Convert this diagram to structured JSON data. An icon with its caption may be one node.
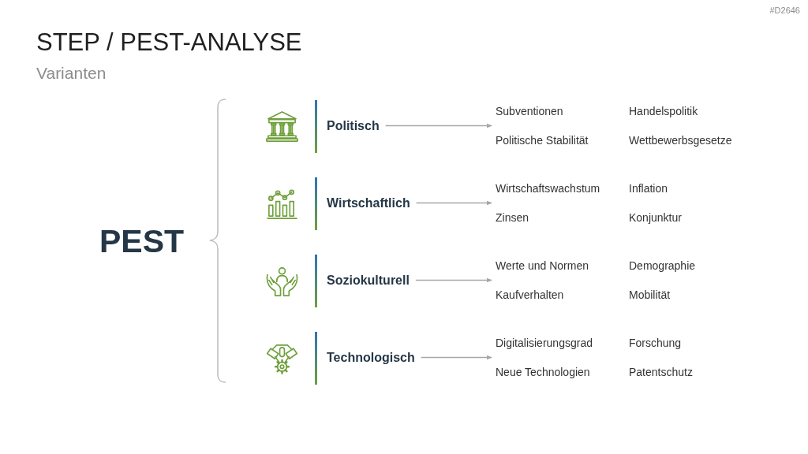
{
  "diagram": {
    "title": "STEP / PEST-ANALYSE",
    "nodes": [
      {
        "text": [
          "PEST"
        ]
      },
      {
        "text": [
          "Politisch"
        ]
      },
      {
        "text": [
          "Subventionen",
          "Handelspolitik",
          "Politische Stabilität",
          "Wettbewerbsgesetze"
        ]
      },
      {
        "text": [
          "Wirtschaftlich"
        ]
      },
      {
        "text": [
          "Wirtschaftswachstum",
          "Inflation",
          "Zinsen",
          "Konjunktur"
        ]
      },
      {
        "text": [
          "Soziokulturell"
        ]
      },
      {
        "text": [
          "Werte und Normen",
          "Demographie",
          "Kaufverhalten",
          "Mobilität"
        ]
      },
      {
        "text": [
          "Technologisch"
        ]
      },
      {
        "text": [
          "Digitalisierungsgrad",
          "Forschung",
          "Neue Technologien",
          "Patentschutz"
        ]
      }
    ],
    "edges": [
      {
        "from": 1,
        "to": 2,
        "arrow": "to"
      },
      {
        "from": 3,
        "to": 4,
        "arrow": "to"
      },
      {
        "from": 5,
        "to": 6,
        "arrow": "to"
      },
      {
        "from": 7,
        "to": 8,
        "arrow": "to"
      }
    ],
    "labels": [
      "#D2646",
      "Varianten"
    ]
  }
}
